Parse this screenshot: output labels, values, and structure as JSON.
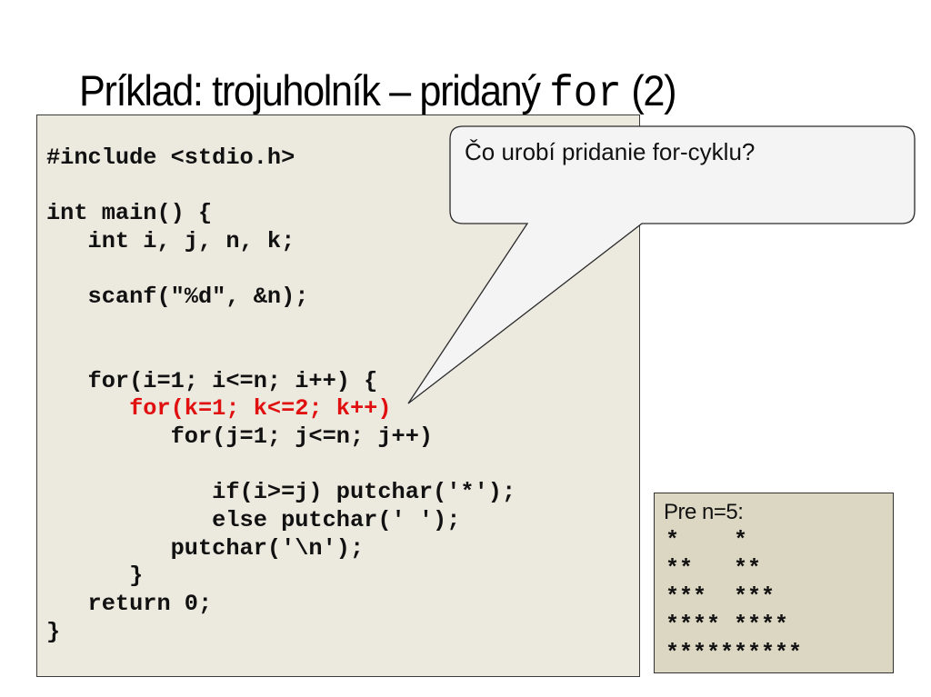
{
  "slide": {
    "title_prefix": "Príklad: trojuholník – pridaný ",
    "title_code": "for",
    "title_suffix": " (2)"
  },
  "code": {
    "lines": [
      "#include <stdio.h>",
      "",
      "int main() {",
      "   int i, j, n, k;",
      "",
      "   scanf(\"%d\", &n);",
      "",
      "",
      "   for(i=1; i<=n; i++) {",
      "      for(k=1; k<=2; k++)",
      "         for(j=1; j<=n; j++)",
      "",
      "            if(i>=j) putchar('*');",
      "            else putchar(' ');",
      "         putchar('\\n');",
      "      }",
      "   return 0;",
      "}"
    ],
    "highlighted_line_index": 9,
    "highlight_color": "#e01010"
  },
  "callout": {
    "text": "Čo urobí pridanie for-cyklu?"
  },
  "output": {
    "heading": "Pre n=5:",
    "rows": [
      "*    *",
      "**   **",
      "***  ***",
      "**** ****",
      "**********"
    ]
  },
  "colors": {
    "code_bg": "#ece9df",
    "output_bg": "#dcd7c3",
    "bubble_bg": "#f4f4f4"
  }
}
